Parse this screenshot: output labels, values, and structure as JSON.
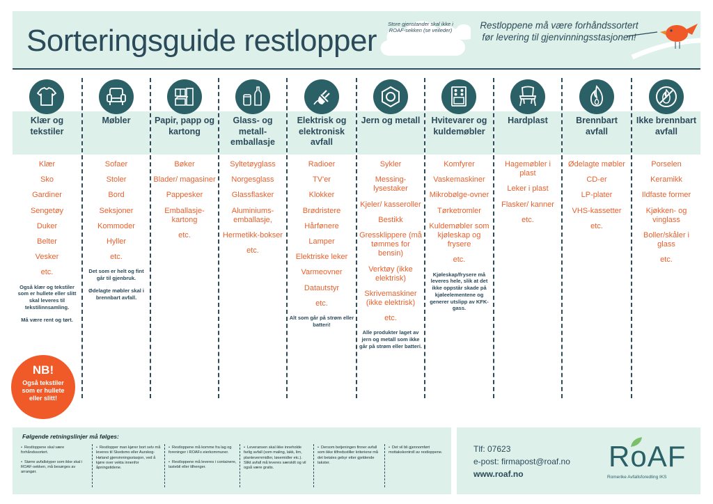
{
  "header": {
    "title": "Sorteringsguide restlopper",
    "cloud_text": "Store gjenstander skal ikke i ROAF-sekken (se veileder)",
    "notice": "Restloppene må være forhåndssortert før levering til gjenvinningsstasjonen!"
  },
  "colors": {
    "accent": "#e8602c",
    "navy": "#2b4a5a",
    "band": "#ddf0e9",
    "icon": "#2b6066",
    "nb": "#f05a28"
  },
  "columns": [
    {
      "icon": "tshirt-icon",
      "title": "Klær og tekstiler",
      "items": [
        "Klær",
        "Sko",
        "Gardiner",
        "Sengetøy",
        "Duker",
        "Belter",
        "Vesker",
        "etc."
      ],
      "notes": [
        "Også klær og tekstiler som er hullete eller slitt skal leveres til tekstilinnsamling.",
        "Må være rent og tørt."
      ]
    },
    {
      "icon": "armchair-icon",
      "title": "Møbler",
      "items": [
        "Sofaer",
        "Stoler",
        "Bord",
        "Seksjoner",
        "Kommoder",
        "Hyller",
        "etc."
      ],
      "notes": [
        "Det som er helt og fint går til gjenbruk.",
        "Ødelagte møbler skal i brennbart avfall."
      ]
    },
    {
      "icon": "paper-icon",
      "title": "Papir, papp og kartong",
      "items": [
        "Bøker",
        "Blader/ magasiner",
        "Pappesker",
        "Emballasje-kartong",
        "etc."
      ],
      "notes": []
    },
    {
      "icon": "bottles-icon",
      "title": "Glass- og metall-emballasje",
      "items": [
        "Syltetøyglass",
        "Norgesglass",
        "Glassflasker",
        "Aluminiums-emballasje,",
        "Hermetikk-bokser",
        "etc."
      ],
      "notes": []
    },
    {
      "icon": "plug-icon",
      "title": "Elektrisk og elektronisk avfall",
      "items": [
        "Radioer",
        "TV'er",
        "Klokker",
        "Brødristere",
        "Hårfønere",
        "Lamper",
        "Elektriske leker",
        "Varmeovner",
        "Datautstyr",
        "etc."
      ],
      "notes": [
        "Alt som går på strøm eller batteri!"
      ]
    },
    {
      "icon": "nut-icon",
      "title": "Jern og metall",
      "items": [
        "Sykler",
        "Messing-lysestaker",
        "Kjeler/ kasseroller",
        "Bestikk",
        "Gressklippere (må tømmes for bensin)",
        "Verktøy (ikke elektrisk)",
        "Skrivemaskiner (ikke elektrisk)",
        "etc."
      ],
      "notes": [
        "Alle produkter laget av jern og metall som ikke går på strøm eller batteri."
      ]
    },
    {
      "icon": "stove-icon",
      "title": "Hvitevarer og kuldemøbler",
      "items": [
        "Komfyrer",
        "Vaskemaskiner",
        "Mikrobølge-ovner",
        "Tørketromler",
        "Kuldemøbler som kjøleskap og frysere",
        "etc."
      ],
      "notes": [
        "Kjøleskap/frysere må leveres hele, slik at det ikke oppstår skade på kjøleelementene og generer utslipp av KFK-gass."
      ]
    },
    {
      "icon": "chair-icon",
      "title": "Hardplast",
      "items": [
        "Hagemøbler i plast",
        "Leker i plast",
        "Flasker/ kanner",
        "etc."
      ],
      "notes": []
    },
    {
      "icon": "flame-icon",
      "title": "Brennbart avfall",
      "items": [
        "Ødelagte møbler",
        "CD-er",
        "LP-plater",
        "VHS-kassetter",
        "etc."
      ],
      "notes": []
    },
    {
      "icon": "no-flame-icon",
      "title": "Ikke brennbart avfall",
      "items": [
        "Porselen",
        "Keramikk",
        "Ildfaste former",
        "Kjøkken- og vinglass",
        "Boller/skåler i glass",
        "etc."
      ],
      "notes": []
    }
  ],
  "nb": {
    "title": "NB!",
    "text": "Også tekstiler som er hullete eller slitt!"
  },
  "footer": {
    "heading": "Følgende retningslinjer må følges:",
    "guidelines": [
      [
        "Restloppene skal være forhåndssortert.",
        "Større avfallstyper som ikke skal i ROAF-sekken, må besørges av arrangør."
      ],
      [
        "Restlopper man kjører bort selv må leveres til Skedsmo eller Aurskog-Høland gjenvinningsstasjon, ved å kjøre over vekta innenfor åpningstidene."
      ],
      [
        "Restloppene må komme fra lag og foreninger i ROAFs eierkommuner.",
        "Restloppene må leveres i containere, lastebil eller tilhenger."
      ],
      [
        "Leveransen skal ikke inneholde farlig avfall (som maling, lakk, lim, plantevernmidler, løsemidler etc.). Slikt avfall må leveres særskilt og vil også være gratis."
      ],
      [
        "Dersom betjeningen finner avfall som ikke tilfredsstiller kriteriene må det betales gebyr etter gjeldende takster."
      ],
      [
        "Det vil bli gjennomført mottakskontroll av restloppene."
      ]
    ],
    "phone": "Tlf: 07623",
    "email": "e-post: firmapost@roaf.no",
    "web": "www.roaf.no",
    "logo": "RoAF",
    "logo_sub": "Romerike Avfallsforedling IKS"
  }
}
